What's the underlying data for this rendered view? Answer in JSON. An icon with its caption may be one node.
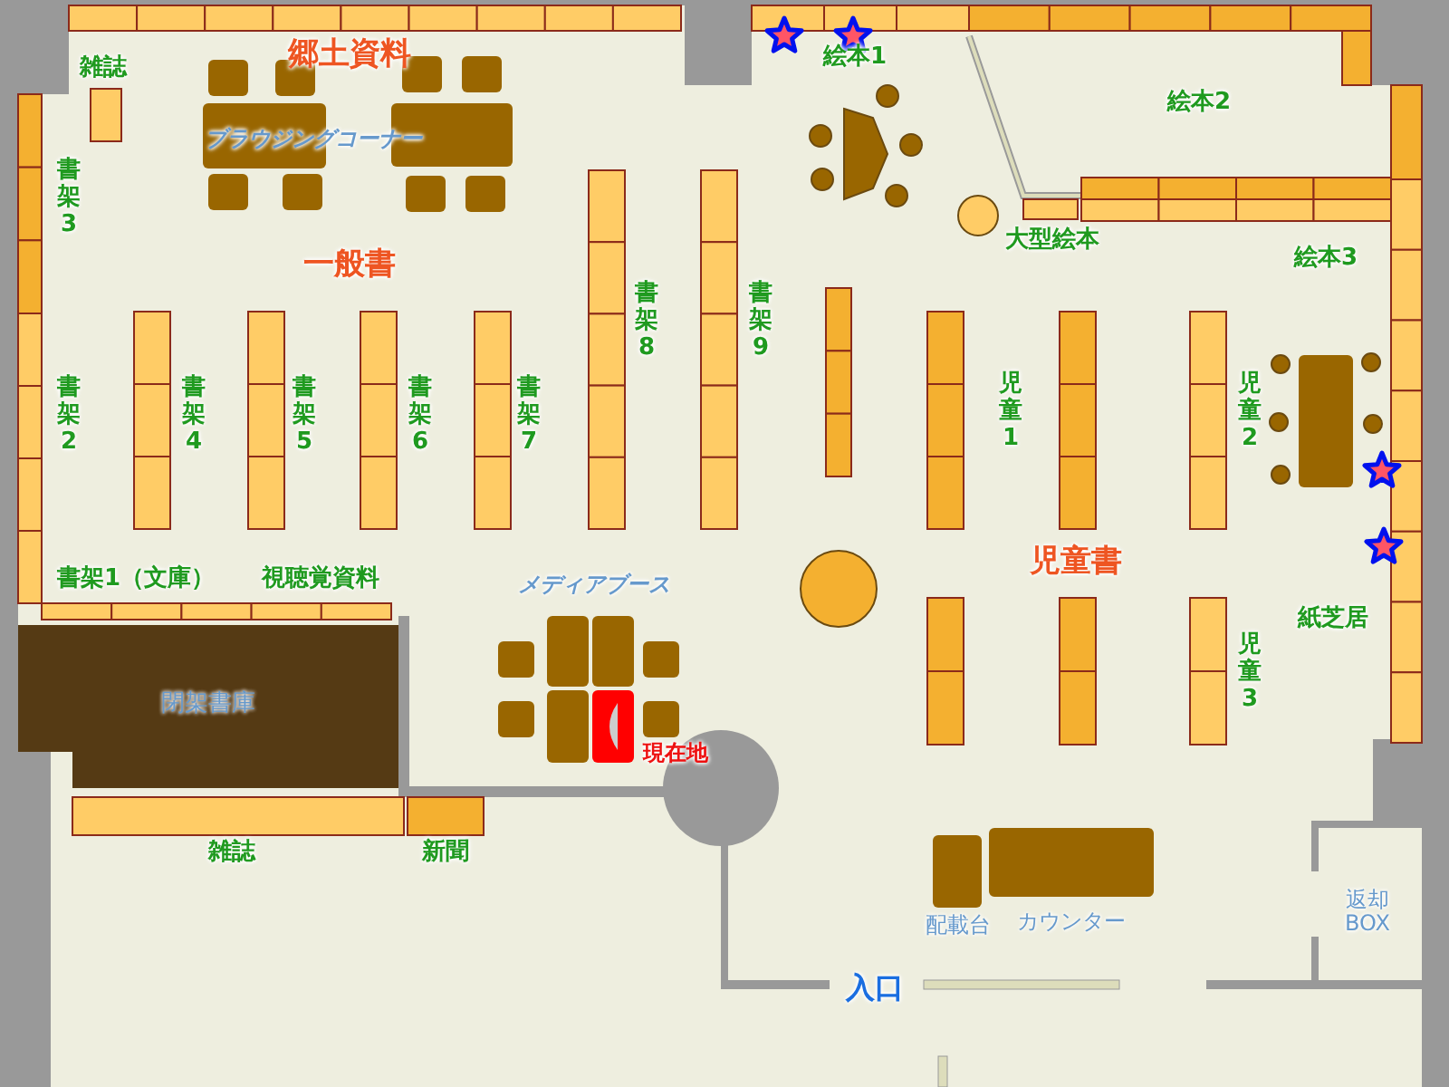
{
  "diagram": {
    "nodes": [
      {
        "text": [],
        "shape": "box"
      },
      {
        "text": [
          "閉架書庫"
        ]
      },
      {
        "text": [],
        "shape": "bar"
      },
      {
        "text": [],
        "shape": "box",
        "beside": [
          "カウンター"
        ]
      }
    ],
    "labels": [
      "雑誌",
      "郷土資料",
      "絵本1",
      "絵本2",
      "ブラウジングコーナー",
      "書架3",
      "一般書",
      "大型絵本",
      "絵本3",
      "書架8",
      "書架9",
      "書架2",
      "書架4",
      "書架5",
      "書架6",
      "書架7",
      "児童1",
      "児童2",
      "書架1（文庫）",
      "視聴覚資料",
      "児童書",
      "メディアブース",
      "紙芝居",
      "児童3",
      "現在地",
      "雑誌",
      "新聞",
      "配載台",
      "返却BOX",
      "入口"
    ]
  }
}
